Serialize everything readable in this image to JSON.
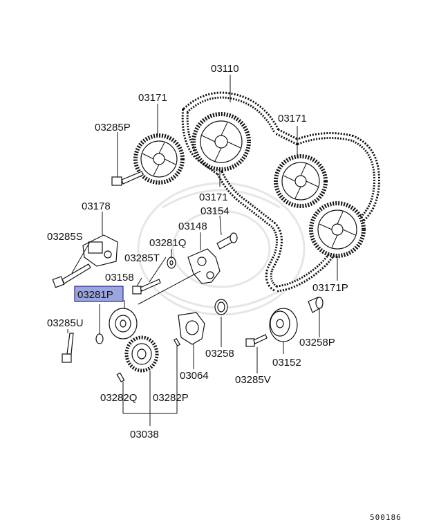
{
  "labels": {
    "p03110": "03110",
    "p03171_left": "03171",
    "p03171_right": "03171",
    "p03171_mid": "03171",
    "p03285P": "03285P",
    "p03178": "03178",
    "p03154": "03154",
    "p03148": "03148",
    "p03285S": "03285S",
    "p03281Q": "03281Q",
    "p03285T": "03285T",
    "p03158": "03158",
    "p03171P": "03171P",
    "p03281P": "03281P",
    "p03285U": "03285U",
    "p03258": "03258",
    "p03258P": "03258P",
    "p03152": "03152",
    "p03064": "03064",
    "p03285V": "03285V",
    "p03282Q": "03282Q",
    "p03282P": "03282P",
    "p03038": "03038"
  },
  "highlight_part": "03281P",
  "highlight_color": "#9aa6dc",
  "reference_number": "500186"
}
